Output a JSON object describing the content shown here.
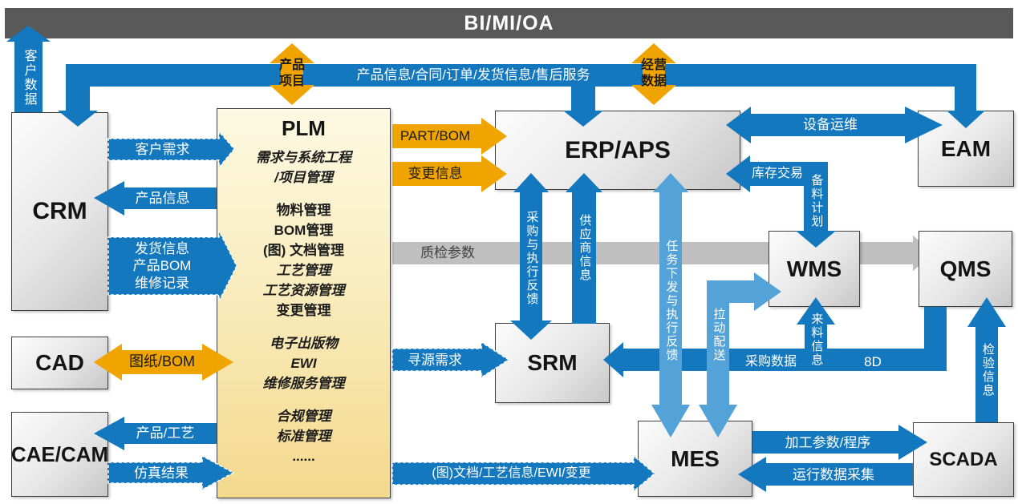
{
  "colors": {
    "dark_blue": "#1478BE",
    "light_blue": "#54A3D8",
    "gold": "#F0A400",
    "gray_band": "#BFBFBF",
    "top_bar_gray": "#595959",
    "box_border": "#3f3f3f"
  },
  "top_bar": {
    "label": "BI/MI/OA"
  },
  "nodes": {
    "crm": "CRM",
    "plm": "PLM",
    "cad": "CAD",
    "cae_cam": "CAE/CAM",
    "erp": "ERP/APS",
    "eam": "EAM",
    "wms": "WMS",
    "qms": "QMS",
    "srm": "SRM",
    "mes": "MES",
    "scada": "SCADA"
  },
  "plm": {
    "items": [
      {
        "text": "需求与系统工程",
        "italic": true
      },
      {
        "text": "/项目管理",
        "italic": true
      },
      {
        "text": "物料管理",
        "gap": true
      },
      {
        "text": "BOM管理"
      },
      {
        "text": "(图) 文档管理"
      },
      {
        "text": "工艺管理",
        "italic": true
      },
      {
        "text": "工艺资源管理",
        "italic": true
      },
      {
        "text": "变更管理"
      },
      {
        "text": "电子出版物",
        "italic": true,
        "gap": true
      },
      {
        "text": "EWI",
        "italic": true
      },
      {
        "text": "维修服务管理",
        "italic": true
      },
      {
        "text": "合规管理",
        "italic": true,
        "gap": true
      },
      {
        "text": "标准管理",
        "italic": true
      },
      {
        "text": "......"
      }
    ]
  },
  "flows": {
    "customer_data": "客户数据",
    "top_band": "产品信息/合同/订单/发货信息/售后服务",
    "product_project": "产品\n项目",
    "business_data": "经营\n数据",
    "customer_req": "客户需求",
    "product_info": "产品信息",
    "delivery_info": "发货信息\n产品BOM\n维修记录",
    "part_bom": "PART/BOM",
    "change_info": "变更信息",
    "equipment_om": "设备运维",
    "inventory_txn": "库存交易",
    "stock_prep_plan": "备料计划",
    "qc_params": "质检参数",
    "procurement_exec_feedback": "采购与执行反馈",
    "supplier_info": "供应商信息",
    "task_dispatch_feedback": "任务下发与执行反馈",
    "pull_delivery": "拉动配送",
    "sourcing_req": "寻源需求",
    "purchase_data": "采购数据",
    "eight_d": "8D",
    "incoming_material_info": "来料信息",
    "inspection_info": "检验信息",
    "doc_process_band": "(图)文档/工艺信息/EWI/变更",
    "machining_params": "加工参数/程序",
    "runtime_data_collection": "运行数据采集",
    "drawing_bom": "图纸/BOM",
    "product_process": "产品/工艺",
    "simulation_result": "仿真结果"
  }
}
